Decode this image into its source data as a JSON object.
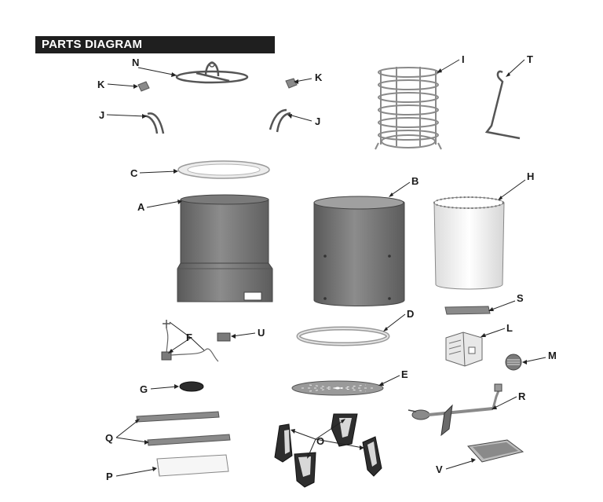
{
  "header": {
    "title": "PARTS DIAGRAM"
  },
  "parts": {
    "A": "A",
    "B": "B",
    "C": "C",
    "D": "D",
    "E": "E",
    "F": "F",
    "G": "G",
    "H": "H",
    "I": "I",
    "J": "J",
    "K": "K",
    "L": "L",
    "M": "M",
    "N": "N",
    "O": "O",
    "P": "P",
    "Q": "Q",
    "R": "R",
    "S": "S",
    "T": "T",
    "U": "U",
    "V": "V"
  },
  "colors": {
    "header_bg": "#1f1f1f",
    "metal": "#6d6d6d",
    "basket_white": "#f2f2f2"
  }
}
